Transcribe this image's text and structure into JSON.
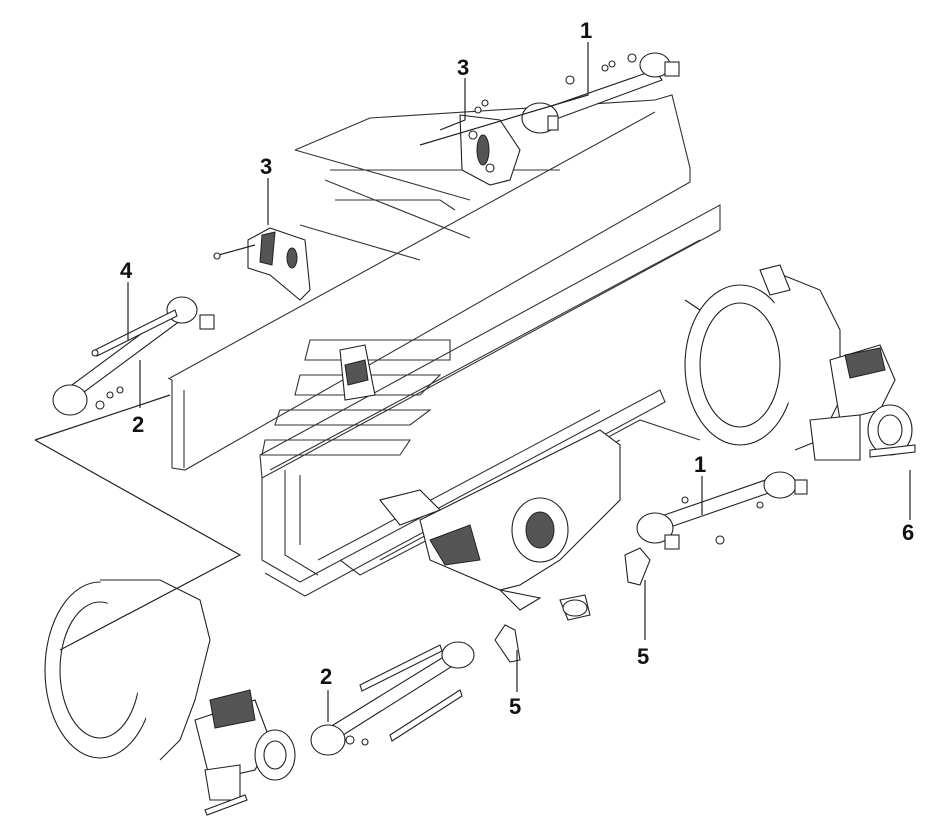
{
  "callouts": [
    {
      "id": "c1a",
      "text": "1"
    },
    {
      "id": "c3a",
      "text": "3"
    },
    {
      "id": "c3b",
      "text": "3"
    },
    {
      "id": "c4",
      "text": "4"
    },
    {
      "id": "c2a",
      "text": "2"
    },
    {
      "id": "c1b",
      "text": "1"
    },
    {
      "id": "c6",
      "text": "6"
    },
    {
      "id": "c5a",
      "text": "5"
    },
    {
      "id": "c5b",
      "text": "5"
    },
    {
      "id": "c2b",
      "text": "2"
    }
  ]
}
